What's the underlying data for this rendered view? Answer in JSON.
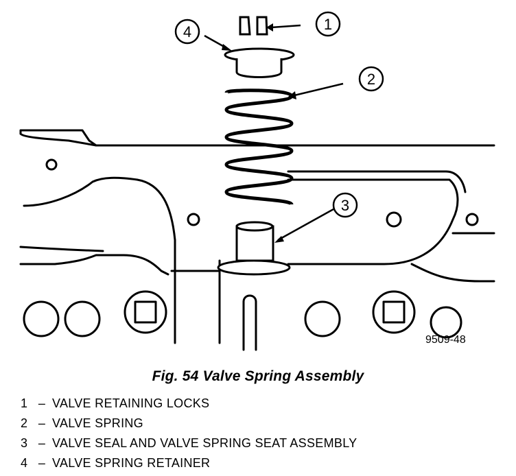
{
  "figure": {
    "callouts": [
      "1",
      "2",
      "3",
      "4"
    ],
    "reference_code": "9509-48"
  },
  "caption": "Fig. 54 Valve Spring Assembly",
  "legend": [
    {
      "number": "1",
      "dash": "–",
      "text": "VALVE RETAINING LOCKS"
    },
    {
      "number": "2",
      "dash": "–",
      "text": "VALVE SPRING"
    },
    {
      "number": "3",
      "dash": "–",
      "text": "VALVE SEAL AND VALVE SPRING SEAT ASSEMBLY"
    },
    {
      "number": "4",
      "dash": "–",
      "text": "VALVE SPRING RETAINER"
    }
  ]
}
